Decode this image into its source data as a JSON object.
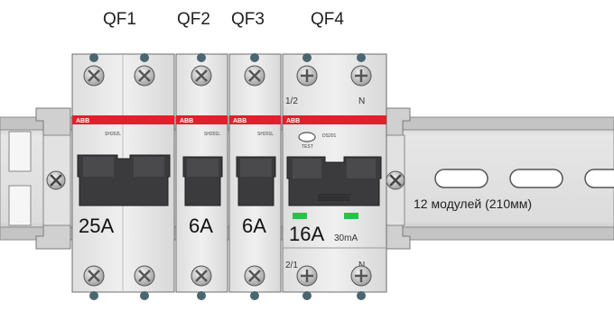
{
  "breakers": {
    "qf1": {
      "label": "QF1",
      "brand": "ABB",
      "model": "SH262L",
      "rating": "25A"
    },
    "qf2": {
      "label": "QF2",
      "brand": "ABB",
      "model": "SH201L",
      "rating": "6A"
    },
    "qf3": {
      "label": "QF3",
      "brand": "ABB",
      "model": "SH201L",
      "rating": "6A"
    },
    "qf4": {
      "label": "QF4",
      "brand": "ABB",
      "model": "DS201",
      "test_label": "TEST",
      "rating": "16A",
      "leakage": "30mA",
      "terminal_top_left": "1/2",
      "terminal_top_right": "N",
      "terminal_bottom_left": "2/1",
      "terminal_bottom_right": "N"
    }
  },
  "rail": {
    "caption": "12 модулей (210мм)"
  },
  "colors": {
    "brand_stripe": "#e0202c",
    "indicator": "#27c24a",
    "handle": "#3b3b3d",
    "rail": "#d2d2d2"
  },
  "icons": [
    "screw-terminal-icon",
    "rail-clamp-icon"
  ]
}
